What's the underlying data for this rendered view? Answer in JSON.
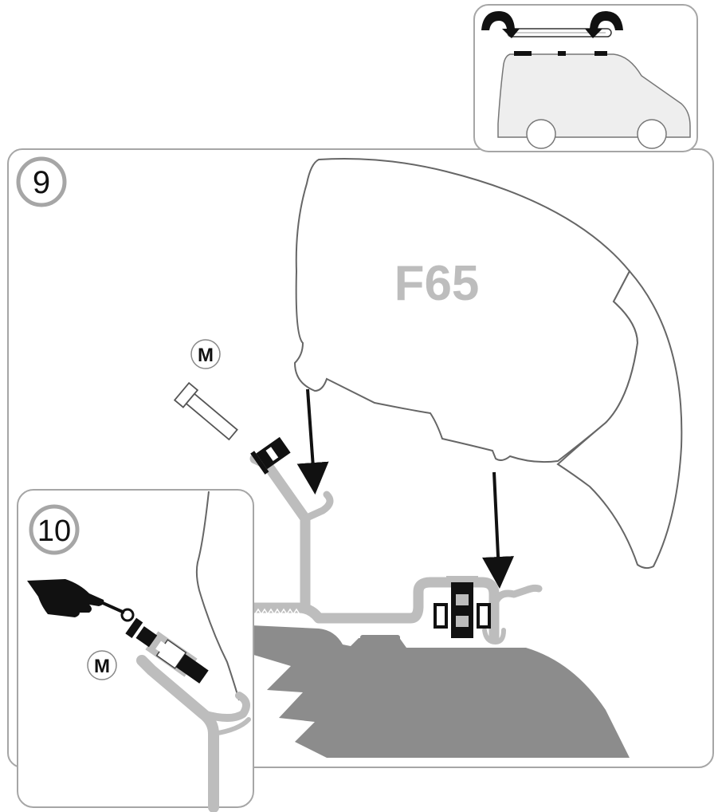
{
  "steps": {
    "step9": {
      "number": "9"
    },
    "step10": {
      "number": "10"
    }
  },
  "product_label": "F65",
  "part_label_m": "M",
  "colors": {
    "frame_stroke": "#a6a6a6",
    "part_light": "#bdbdbd",
    "roof_dark": "#8c8c8c",
    "van_fill": "#eeeeee",
    "arrow": "#111111",
    "awning_fill": "#ffffff"
  },
  "icons": [
    "rotate-arrow-icon",
    "hand-wrench-icon",
    "down-arrow-icon"
  ]
}
